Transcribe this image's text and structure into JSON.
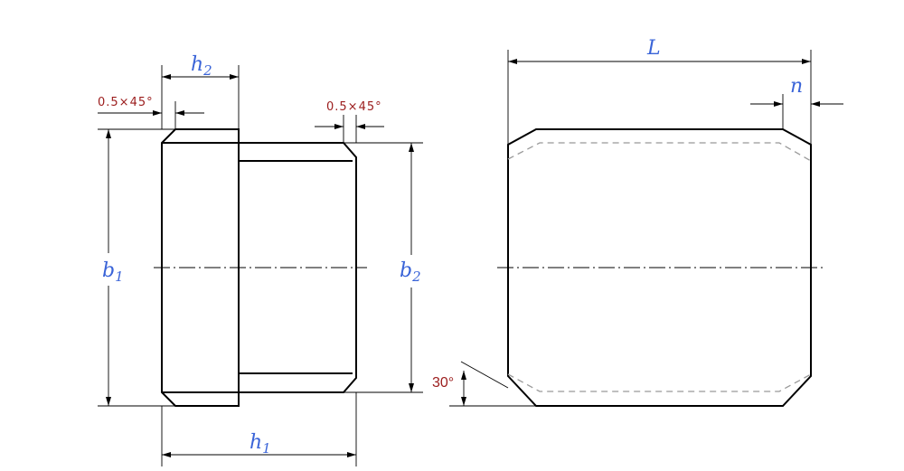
{
  "labels": {
    "h2": {
      "main": "h",
      "sub": "2"
    },
    "h1": {
      "main": "h",
      "sub": "1"
    },
    "b1": {
      "main": "b",
      "sub": "1"
    },
    "b2": {
      "main": "b",
      "sub": "2"
    },
    "L": "L",
    "n": "n"
  },
  "notes": {
    "chamfer_left": "0.5×45°",
    "chamfer_right": "0.5×45°",
    "angle": "30°"
  },
  "colors": {
    "label": "#3a64d8",
    "note": "#9b1c1c"
  }
}
